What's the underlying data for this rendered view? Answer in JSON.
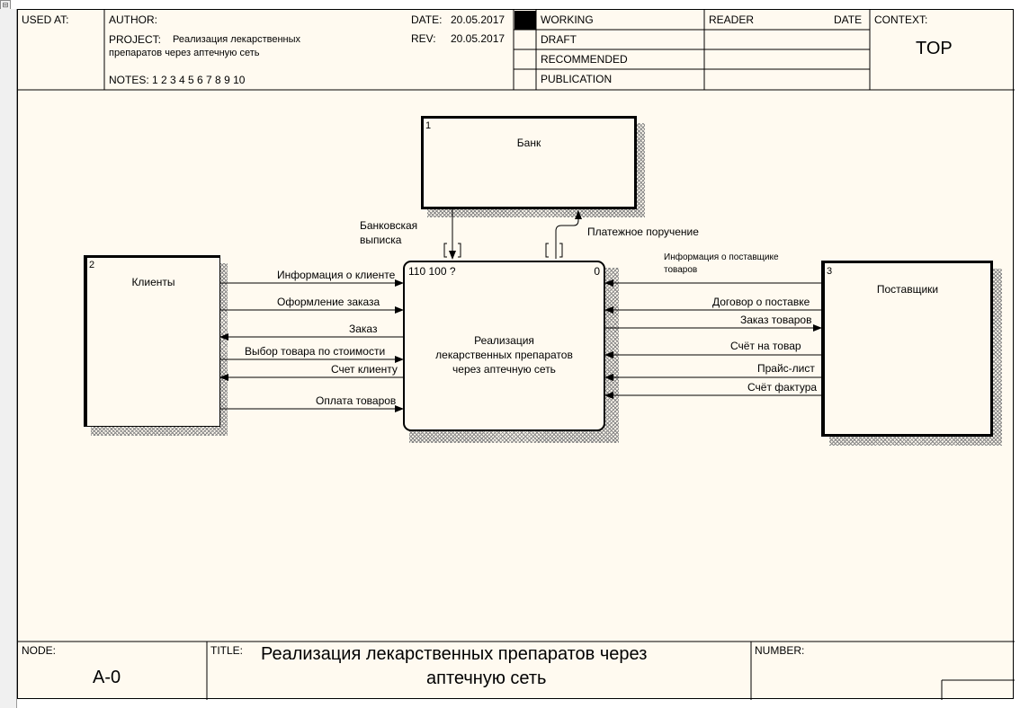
{
  "header": {
    "used_at": "USED AT:",
    "author": "AUTHOR:",
    "project_label": "PROJECT:",
    "project_line1": "Реализация лекарственных",
    "project_line2": "препаратов через аптечную сеть",
    "date_label": "DATE:",
    "date": "20.05.2017",
    "rev_label": "REV:",
    "rev": "20.05.2017",
    "notes": "NOTES:  1  2  3  4  5  6  7  8  9  10",
    "status": [
      "WORKING",
      "DRAFT",
      "RECOMMENDED",
      "PUBLICATION"
    ],
    "reader": "READER",
    "reader_date": "DATE",
    "context": "CONTEXT:",
    "context_value": "TOP"
  },
  "boxes": {
    "bank": {
      "number": "1",
      "label": "Банк"
    },
    "clients": {
      "number": "2",
      "label": "Клиенты"
    },
    "suppliers": {
      "number": "3",
      "label": "Поставщики"
    },
    "main": {
      "cost": "110 100 ?",
      "number": "0",
      "line1": "Реализация",
      "line2": "лекарственных препаратов",
      "line3": "через аптечную сеть"
    }
  },
  "arrows": {
    "bank_statement_1": "Банковская",
    "bank_statement_2": "выписка",
    "payment_order": "Платежное поручение",
    "client_info": "Информация о клиенте",
    "order_processing": "Оформление заказа",
    "order": "Заказ",
    "product_choice": "Выбор товара по стоимости",
    "client_invoice": "Счет клиенту",
    "goods_payment": "Оплата товаров",
    "supplier_info_1": "Информация о поставщике",
    "supplier_info_2": "товаров",
    "supply_contract": "Договор о поставке",
    "goods_order": "Заказ товаров",
    "goods_invoice": "Счёт на товар",
    "price_list": "Прайс-лист",
    "invoice_facture": "Счёт фактура"
  },
  "footer": {
    "node_label": "NODE:",
    "node_value": "A-0",
    "title_label": "TITLE:",
    "title_line1": "Реализация  лекарственных препаратов  через",
    "title_line2": "аптечную сеть",
    "number_label": "NUMBER:"
  }
}
